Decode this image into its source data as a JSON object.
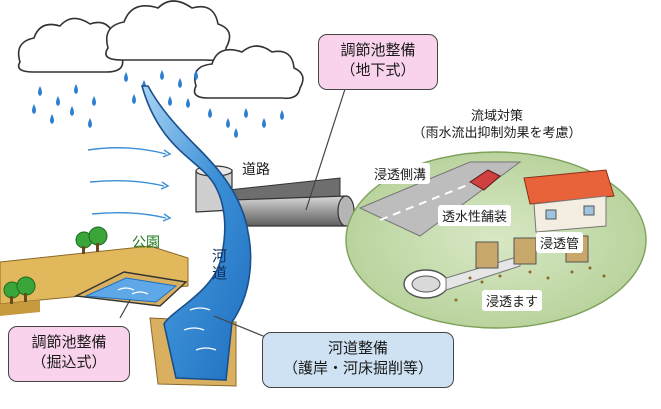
{
  "labels": {
    "road": "道路",
    "park": "公園",
    "river": "河道",
    "watershed_title": "流域対策",
    "watershed_subtitle": "（雨水流出抑制効果を考慮）"
  },
  "callouts": {
    "underground_pond": {
      "line1": "調節池整備",
      "line2": "（地下式）"
    },
    "excavated_pond": {
      "line1": "調節池整備",
      "line2": "（掘込式）"
    },
    "river_improvement": {
      "line1": "河道整備",
      "line2": "（護岸・河床掘削等）"
    }
  },
  "inset": {
    "infiltration_gutter": "浸透側溝",
    "permeable_pavement": "透水性舗装",
    "infiltration_pipe": "浸透管",
    "infiltration_basin": "浸透ます"
  },
  "colors": {
    "callout_pink": "#f9d3ec",
    "callout_blue": "#cfe2f3",
    "river_blue": "#3b8fd6",
    "ground_tan": "#e2b85c",
    "park_green": "#3aa63a",
    "inset_green": "#c6ddb0"
  }
}
